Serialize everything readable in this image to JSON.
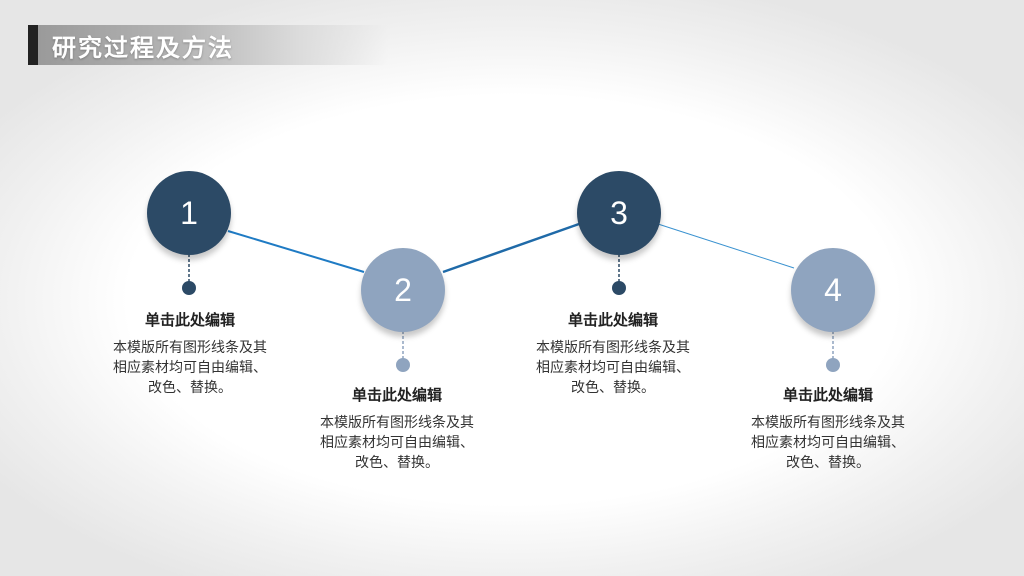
{
  "header": {
    "title": "研究过程及方法"
  },
  "colors": {
    "dark": "#2c4a66",
    "light": "#8fa4bf",
    "line": "#1f7bc4"
  },
  "steps": [
    {
      "number": "1",
      "title": "单击此处编辑",
      "desc_line1": "本模版所有图形线条及其",
      "desc_line2": "相应素材均可自由编辑、",
      "desc_line3": "改色、替换。"
    },
    {
      "number": "2",
      "title": "单击此处编辑",
      "desc_line1": "本模版所有图形线条及其",
      "desc_line2": "相应素材均可自由编辑、",
      "desc_line3": "改色、替换。"
    },
    {
      "number": "3",
      "title": "单击此处编辑",
      "desc_line1": "本模版所有图形线条及其",
      "desc_line2": "相应素材均可自由编辑、",
      "desc_line3": "改色、替换。"
    },
    {
      "number": "4",
      "title": "单击此处编辑",
      "desc_line1": "本模版所有图形线条及其",
      "desc_line2": "相应素材均可自由编辑、",
      "desc_line3": "改色、替换。"
    }
  ]
}
